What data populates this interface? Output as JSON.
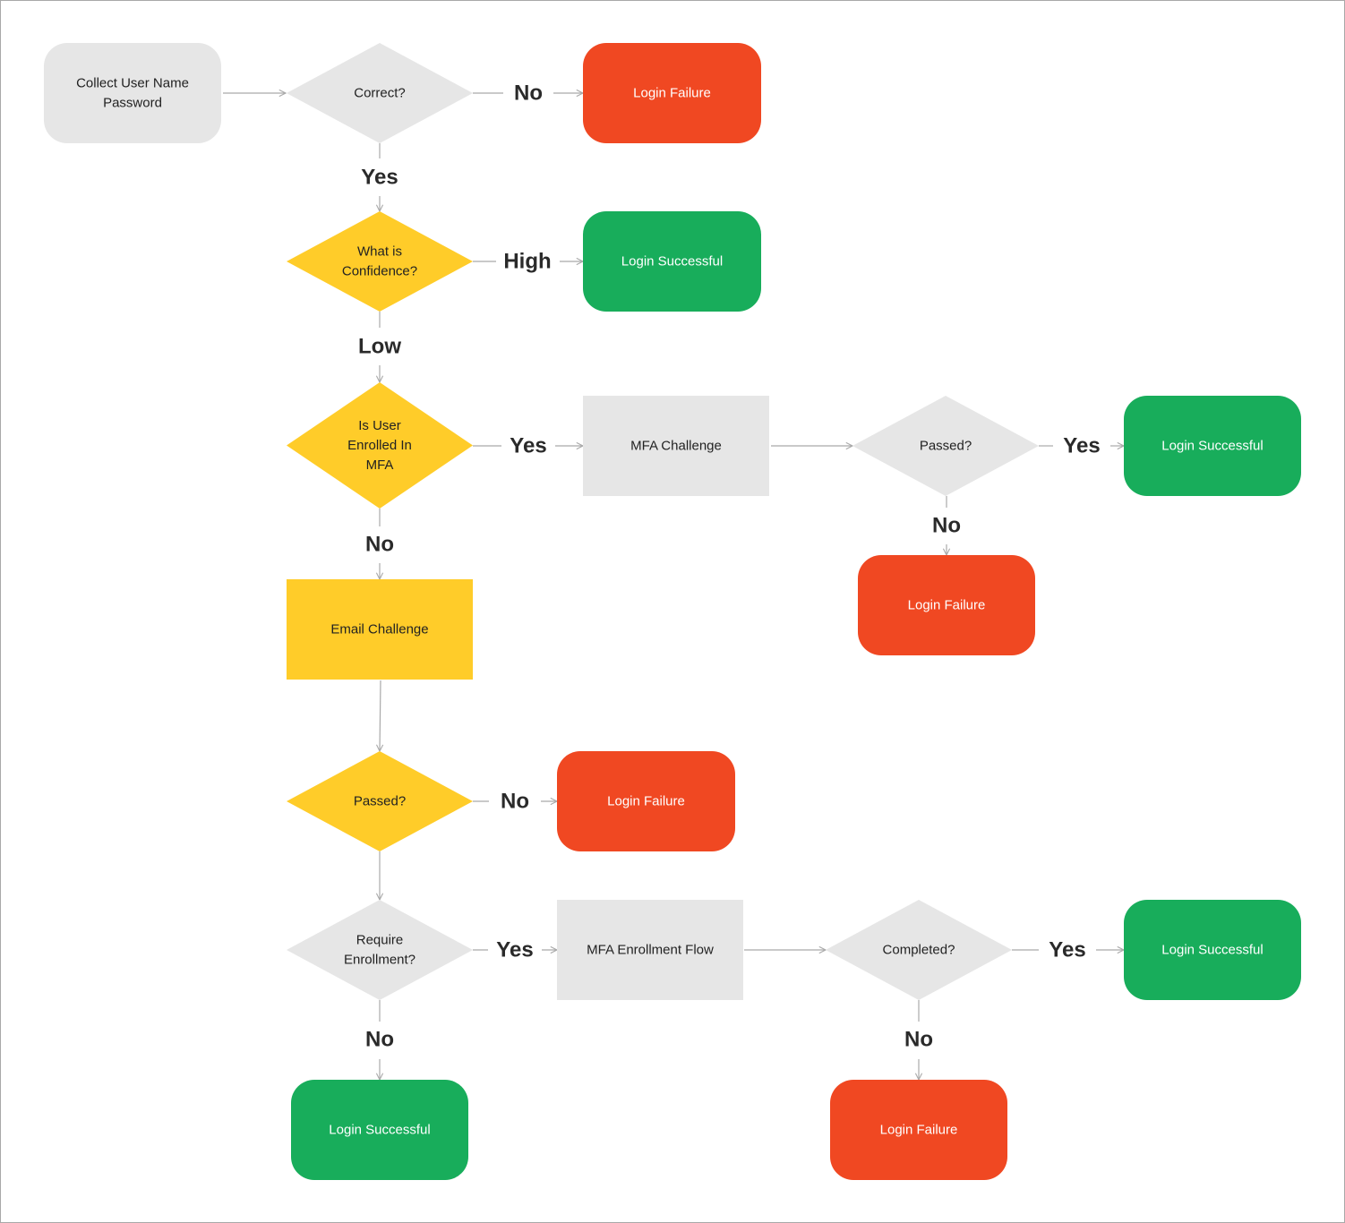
{
  "colors": {
    "neutral": "#e6e6e6",
    "warning": "#ffcc29",
    "success": "#18ad5b",
    "failure": "#f04822",
    "connector": "#a9a9a9",
    "text_dark": "#222222",
    "text_light": "#ffffff"
  },
  "nodes": [
    {
      "id": "collect",
      "shape": "rounded",
      "style": "neutral",
      "lines": [
        "Collect User Name",
        "Password"
      ]
    },
    {
      "id": "correct",
      "shape": "diamond",
      "style": "neutral",
      "lines": [
        "Correct?"
      ]
    },
    {
      "id": "fail1",
      "shape": "rounded",
      "style": "failure",
      "lines": [
        "Login Failure"
      ]
    },
    {
      "id": "confidence",
      "shape": "diamond",
      "style": "warning",
      "lines": [
        "What is",
        "Confidence?"
      ]
    },
    {
      "id": "success1",
      "shape": "rounded",
      "style": "success",
      "lines": [
        "Login Successful"
      ]
    },
    {
      "id": "enrolled",
      "shape": "diamond",
      "style": "warning",
      "lines": [
        "Is User",
        "Enrolled In",
        "MFA"
      ]
    },
    {
      "id": "mfa_challenge",
      "shape": "rect",
      "style": "neutral",
      "lines": [
        "MFA Challenge"
      ]
    },
    {
      "id": "passed_mfa",
      "shape": "diamond",
      "style": "neutral",
      "lines": [
        "Passed?"
      ]
    },
    {
      "id": "success2",
      "shape": "rounded",
      "style": "success",
      "lines": [
        "Login Successful"
      ]
    },
    {
      "id": "fail2",
      "shape": "rounded",
      "style": "failure",
      "lines": [
        "Login Failure"
      ]
    },
    {
      "id": "email_challenge",
      "shape": "rect",
      "style": "warning",
      "lines": [
        "Email Challenge"
      ]
    },
    {
      "id": "passed_email",
      "shape": "diamond",
      "style": "warning",
      "lines": [
        "Passed?"
      ]
    },
    {
      "id": "fail3",
      "shape": "rounded",
      "style": "failure",
      "lines": [
        "Login Failure"
      ]
    },
    {
      "id": "require_enroll",
      "shape": "diamond",
      "style": "neutral",
      "lines": [
        "Require",
        "Enrollment?"
      ]
    },
    {
      "id": "mfa_enroll",
      "shape": "rect",
      "style": "neutral",
      "lines": [
        "MFA Enrollment Flow"
      ]
    },
    {
      "id": "completed",
      "shape": "diamond",
      "style": "neutral",
      "lines": [
        "Completed?"
      ]
    },
    {
      "id": "success3",
      "shape": "rounded",
      "style": "success",
      "lines": [
        "Login Successful"
      ]
    },
    {
      "id": "success4",
      "shape": "rounded",
      "style": "success",
      "lines": [
        "Login Successful"
      ]
    },
    {
      "id": "fail4",
      "shape": "rounded",
      "style": "failure",
      "lines": [
        "Login Failure"
      ]
    }
  ],
  "edges": [
    {
      "id": "collect-correct",
      "from": "collect",
      "to": "correct",
      "label": ""
    },
    {
      "id": "correct-fail1",
      "from": "correct",
      "to": "fail1",
      "label": "No"
    },
    {
      "id": "correct-confidence",
      "from": "correct",
      "to": "confidence",
      "label": "Yes"
    },
    {
      "id": "confidence-success1",
      "from": "confidence",
      "to": "success1",
      "label": "High"
    },
    {
      "id": "confidence-enrolled",
      "from": "confidence",
      "to": "enrolled",
      "label": "Low"
    },
    {
      "id": "enrolled-mfa",
      "from": "enrolled",
      "to": "mfa_challenge",
      "label": "Yes"
    },
    {
      "id": "mfa-passed",
      "from": "mfa_challenge",
      "to": "passed_mfa",
      "label": ""
    },
    {
      "id": "passed-success2",
      "from": "passed_mfa",
      "to": "success2",
      "label": "Yes"
    },
    {
      "id": "passed-fail2",
      "from": "passed_mfa",
      "to": "fail2",
      "label": "No"
    },
    {
      "id": "enrolled-email",
      "from": "enrolled",
      "to": "email_challenge",
      "label": "No"
    },
    {
      "id": "email-passed",
      "from": "email_challenge",
      "to": "passed_email",
      "label": ""
    },
    {
      "id": "passed-fail3",
      "from": "passed_email",
      "to": "fail3",
      "label": "No"
    },
    {
      "id": "passed-require",
      "from": "passed_email",
      "to": "require_enroll",
      "label": ""
    },
    {
      "id": "require-enroll",
      "from": "require_enroll",
      "to": "mfa_enroll",
      "label": "Yes"
    },
    {
      "id": "enroll-completed",
      "from": "mfa_enroll",
      "to": "completed",
      "label": ""
    },
    {
      "id": "completed-success3",
      "from": "completed",
      "to": "success3",
      "label": "Yes"
    },
    {
      "id": "require-success4",
      "from": "require_enroll",
      "to": "success4",
      "label": "No"
    },
    {
      "id": "completed-fail4",
      "from": "completed",
      "to": "fail4",
      "label": "No"
    }
  ]
}
